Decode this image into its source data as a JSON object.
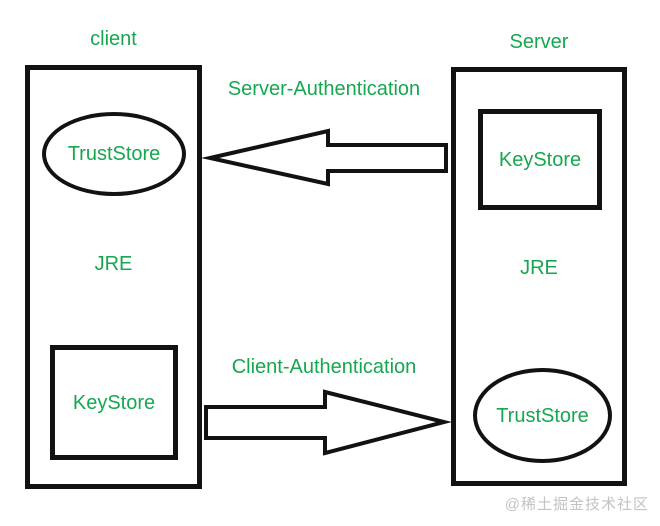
{
  "colors": {
    "text_green": "#17a750",
    "line_black": "#121212",
    "watermark_gray": "#c3c3c3",
    "background": "#ffffff"
  },
  "client_panel": {
    "title": "client",
    "truststore_label": "TrustStore",
    "jre_label": "JRE",
    "keystore_label": "KeyStore"
  },
  "server_panel": {
    "title": "Server",
    "keystore_label": "KeyStore",
    "jre_label": "JRE",
    "truststore_label": "TrustStore"
  },
  "flows": {
    "server_authentication": {
      "label": "Server-Authentication",
      "direction": "server-to-client"
    },
    "client_authentication": {
      "label": "Client-Authentication",
      "direction": "client-to-server"
    }
  },
  "watermark": "@稀土掘金技术社区"
}
